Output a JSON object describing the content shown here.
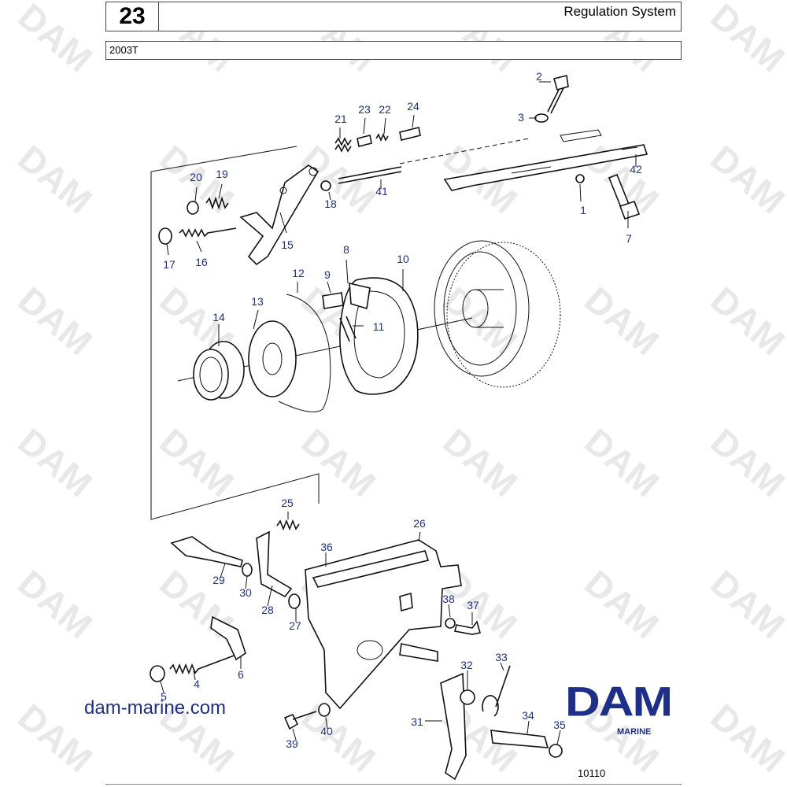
{
  "header": {
    "section_number": "23",
    "title": "Regulation System",
    "model": "2003T"
  },
  "watermark": "DAM",
  "part_labels": [
    "1",
    "2",
    "3",
    "4",
    "5",
    "6",
    "7",
    "8",
    "9",
    "10",
    "11",
    "12",
    "13",
    "14",
    "15",
    "16",
    "17",
    "18",
    "19",
    "20",
    "21",
    "22",
    "23",
    "24",
    "25",
    "26",
    "27",
    "28",
    "29",
    "30",
    "31",
    "32",
    "33",
    "34",
    "35",
    "36",
    "37",
    "38",
    "39",
    "40",
    "41",
    "42"
  ],
  "footer": {
    "website": "dam-marine.com",
    "logo_text": "DAM",
    "logo_sub": "MARINE",
    "drawing_ref": "10110"
  },
  "colors": {
    "label_blue": "#1d2f8a",
    "watermark_gray": "#e8e8e8"
  }
}
